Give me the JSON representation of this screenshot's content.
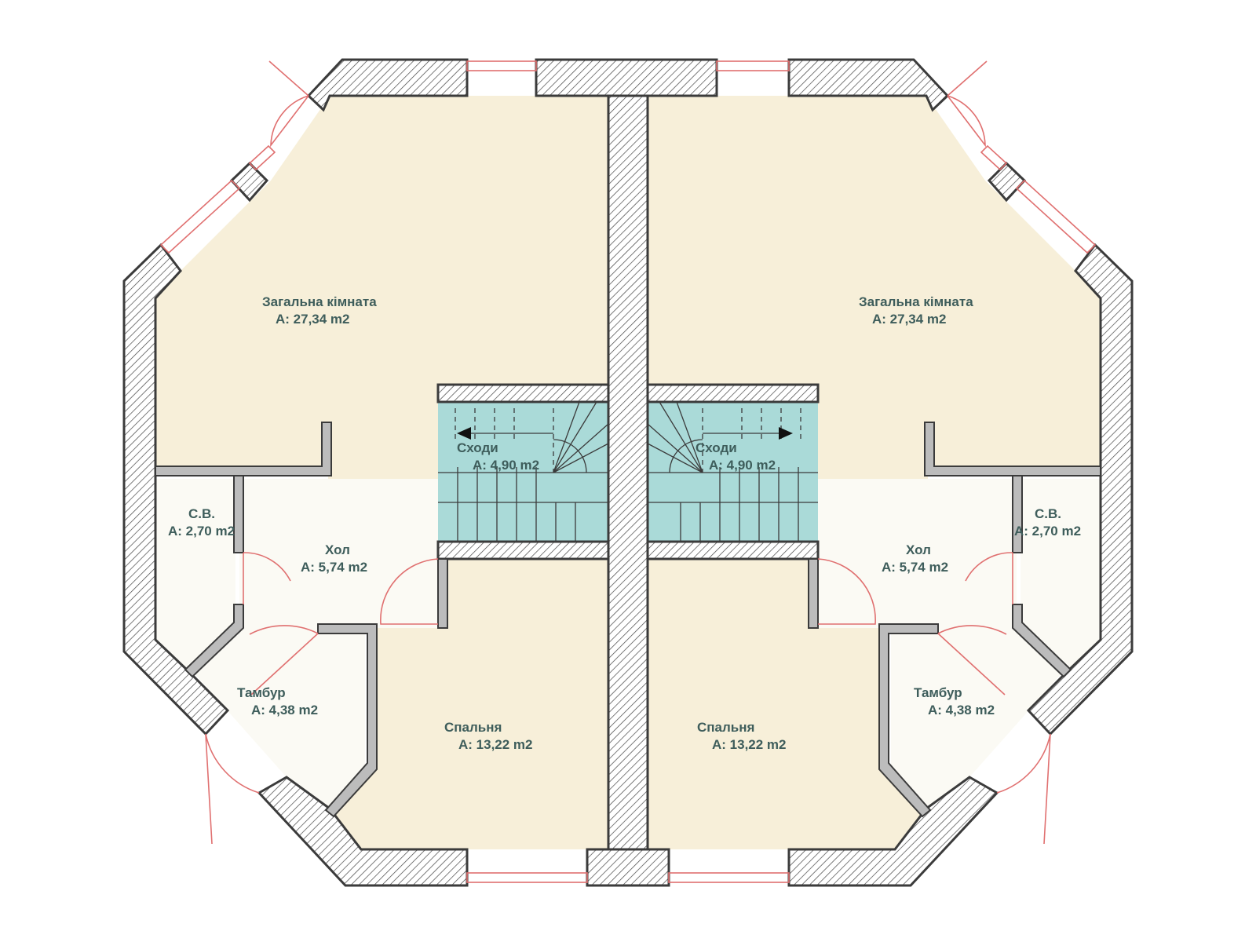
{
  "rooms": [
    {
      "id": "living-left",
      "name": "Загальна кімната",
      "area": "A: 27,34 m2"
    },
    {
      "id": "living-right",
      "name": "Загальна кімната",
      "area": "A: 27,34 m2"
    },
    {
      "id": "stairs-left",
      "name": "Сходи",
      "area": "A: 4,90 m2"
    },
    {
      "id": "stairs-right",
      "name": "Сходи",
      "area": "A: 4,90 m2"
    },
    {
      "id": "wc-left",
      "name": "С.В.",
      "area": "A: 2,70 m2"
    },
    {
      "id": "wc-right",
      "name": "С.В.",
      "area": "A: 2,70 m2"
    },
    {
      "id": "hall-left",
      "name": "Хол",
      "area": "A: 5,74 m2"
    },
    {
      "id": "hall-right",
      "name": "Хол",
      "area": "A: 5,74 m2"
    },
    {
      "id": "vestibule-left",
      "name": "Тамбур",
      "area": "A: 4,38 m2"
    },
    {
      "id": "vestibule-right",
      "name": "Тамбур",
      "area": "A: 4,38 m2"
    },
    {
      "id": "bedroom-left",
      "name": "Спальня",
      "area": "A: 13,22 m2"
    },
    {
      "id": "bedroom-right",
      "name": "Спальня",
      "area": "A: 13,22 m2"
    }
  ],
  "colors": {
    "room_fill": "#f7efd9",
    "hall_fill": "#fbfaf4",
    "stair_fill": "#aadad8",
    "wall_stroke": "#3b3b3b",
    "window_door_stroke": "#e07070",
    "label_color": "#3e5d5b"
  }
}
